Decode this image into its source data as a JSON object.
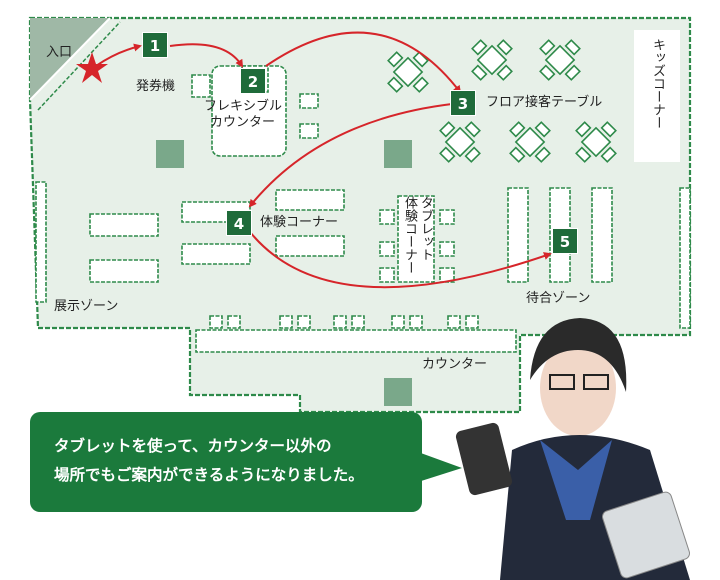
{
  "floor": {
    "entrance": "入口",
    "ticket_machine": "発券機",
    "flexible_counter": [
      "フレキシブル",
      "カウンター"
    ],
    "floor_table": "フロア接客テーブル",
    "kids_corner": "キッズコーナー",
    "experience_corner": "体験コーナー",
    "tablet_corner": [
      "タブレット",
      "体験コーナー"
    ],
    "exhibit_zone": "展示ゾーン",
    "waiting_zone": "待合ゾーン",
    "counter": "カウンター"
  },
  "steps": [
    "1",
    "2",
    "3",
    "4",
    "5"
  ],
  "bubble": {
    "line1": "タブレットを使って、カウンター以外の",
    "line2": "場所でもご案内ができるようになりました。"
  },
  "colors": {
    "floor_bg": "#e7f0e8",
    "wall": "#2e8a4a",
    "pillar": "#7aa88a",
    "route": "#d6252a",
    "badge": "#1f6b3a",
    "bubble": "#1b7a3c"
  }
}
